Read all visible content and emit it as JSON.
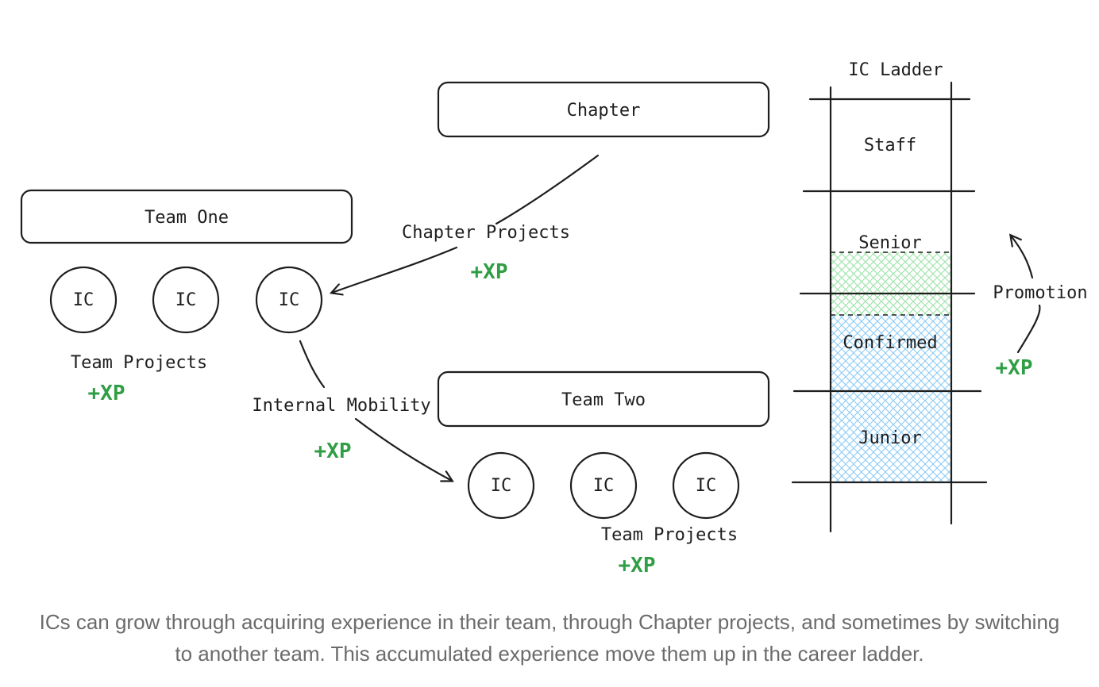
{
  "colors": {
    "red_fill": "#ffc9c9",
    "blue_fill": "#a5d8ff",
    "green_fill": "#b2f2bb",
    "xp_green": "#2f9e44",
    "ink": "#1e1e1e",
    "caption_gray": "#6b6b6b"
  },
  "chapter": {
    "label": "Chapter"
  },
  "team_one": {
    "label": "Team One",
    "ic_labels": [
      "IC",
      "IC",
      "IC"
    ],
    "projects_label": "Team Projects",
    "xp": "+XP"
  },
  "team_two": {
    "label": "Team Two",
    "ic_labels": [
      "IC",
      "IC",
      "IC"
    ],
    "projects_label": "Team Projects",
    "xp": "+XP"
  },
  "chapter_projects": {
    "label": "Chapter Projects",
    "xp": "+XP"
  },
  "internal_mobility": {
    "label": "Internal Mobility",
    "xp": "+XP"
  },
  "ladder": {
    "title": "IC Ladder",
    "levels": [
      "Staff",
      "Senior",
      "Confirmed",
      "Junior"
    ],
    "promotion_label": "Promotion",
    "xp": "+XP"
  },
  "caption": "ICs can grow through acquiring experience in their team, through Chapter projects, and sometimes by switching to another team. This accumulated experience move them up in the career ladder."
}
